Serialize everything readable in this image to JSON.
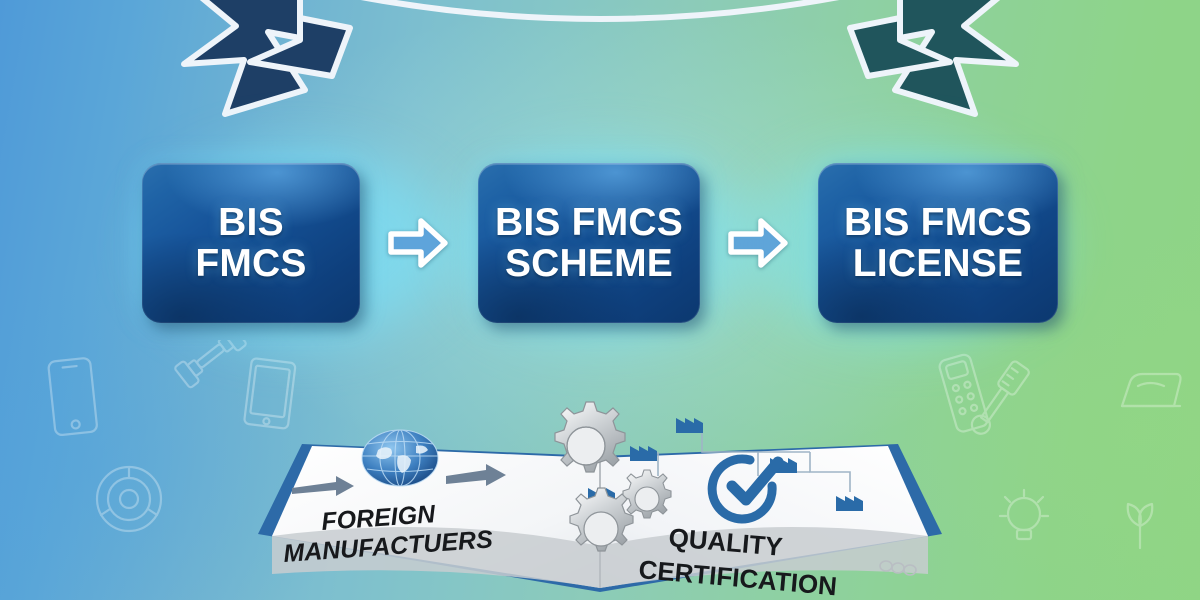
{
  "page": {
    "title": "BIS FMCS Scheme and License Process",
    "background": {
      "gradient_from": "#4f9ad8",
      "gradient_to": "#8fd585",
      "direction": "left-to-right blue to green"
    }
  },
  "ribbon": {
    "name": "decorative-banner",
    "left_tail_color": "#1e3f66",
    "right_tail_color": "#20555c",
    "outline_color": "#f2f6fb"
  },
  "flow": {
    "nodes": [
      {
        "id": "node-bis-fmcs",
        "label": "BIS\nFMCS",
        "text": "BIS FMCS"
      },
      {
        "id": "node-bis-fmcs-scheme",
        "label": "BIS FMCS\nSCHEME",
        "text": "BIS FMCS SCHEME"
      },
      {
        "id": "node-bis-fmcs-license",
        "label": "BIS FMCS\nLICENSE",
        "text": "BIS FMCS LICENSE"
      }
    ],
    "arrows": [
      {
        "id": "arrow-1",
        "direction": "right"
      },
      {
        "id": "arrow-2",
        "direction": "right"
      }
    ],
    "node_color_dark": "#0c386f",
    "node_color_light": "#2a6fae",
    "node_text_color": "#ffffff",
    "arrow_fill": "#5ea5e0",
    "arrow_outline": "#ffffff",
    "glow_color": "#78e6ff"
  },
  "book": {
    "name": "open-book-illustration",
    "cover_color": "#2d6aa8",
    "page_color": "#f7f8fa",
    "left_page": {
      "heading_line1": "FOREIGN",
      "heading_line2": "MANUFACTUERS",
      "icon": "globe-icon",
      "arrows": [
        "arrow-in",
        "arrow-out"
      ]
    },
    "right_page": {
      "heading_line1": "QUALITY",
      "heading_line2": "CERTIFICATION",
      "icon": "check-circle-icon",
      "diagram": "factory-network-diagram",
      "diagram_nodes": 5,
      "accent_color": "#2a6ba8"
    },
    "center": {
      "icon": "gears-icon",
      "gear_count": 3,
      "gear_color": "#c6cacd"
    }
  },
  "faint_icons": [
    {
      "name": "smartphone-icon",
      "side": "left"
    },
    {
      "name": "dumbbell-icon",
      "side": "left"
    },
    {
      "name": "tablet-icon",
      "side": "left"
    },
    {
      "name": "camera-lens-icon",
      "side": "left"
    },
    {
      "name": "remote-control-icon",
      "side": "right"
    },
    {
      "name": "thermometer-icon",
      "side": "right"
    },
    {
      "name": "iron-icon",
      "side": "right"
    },
    {
      "name": "light-bulb-icon",
      "side": "right"
    },
    {
      "name": "plant-icon",
      "side": "right"
    }
  ]
}
